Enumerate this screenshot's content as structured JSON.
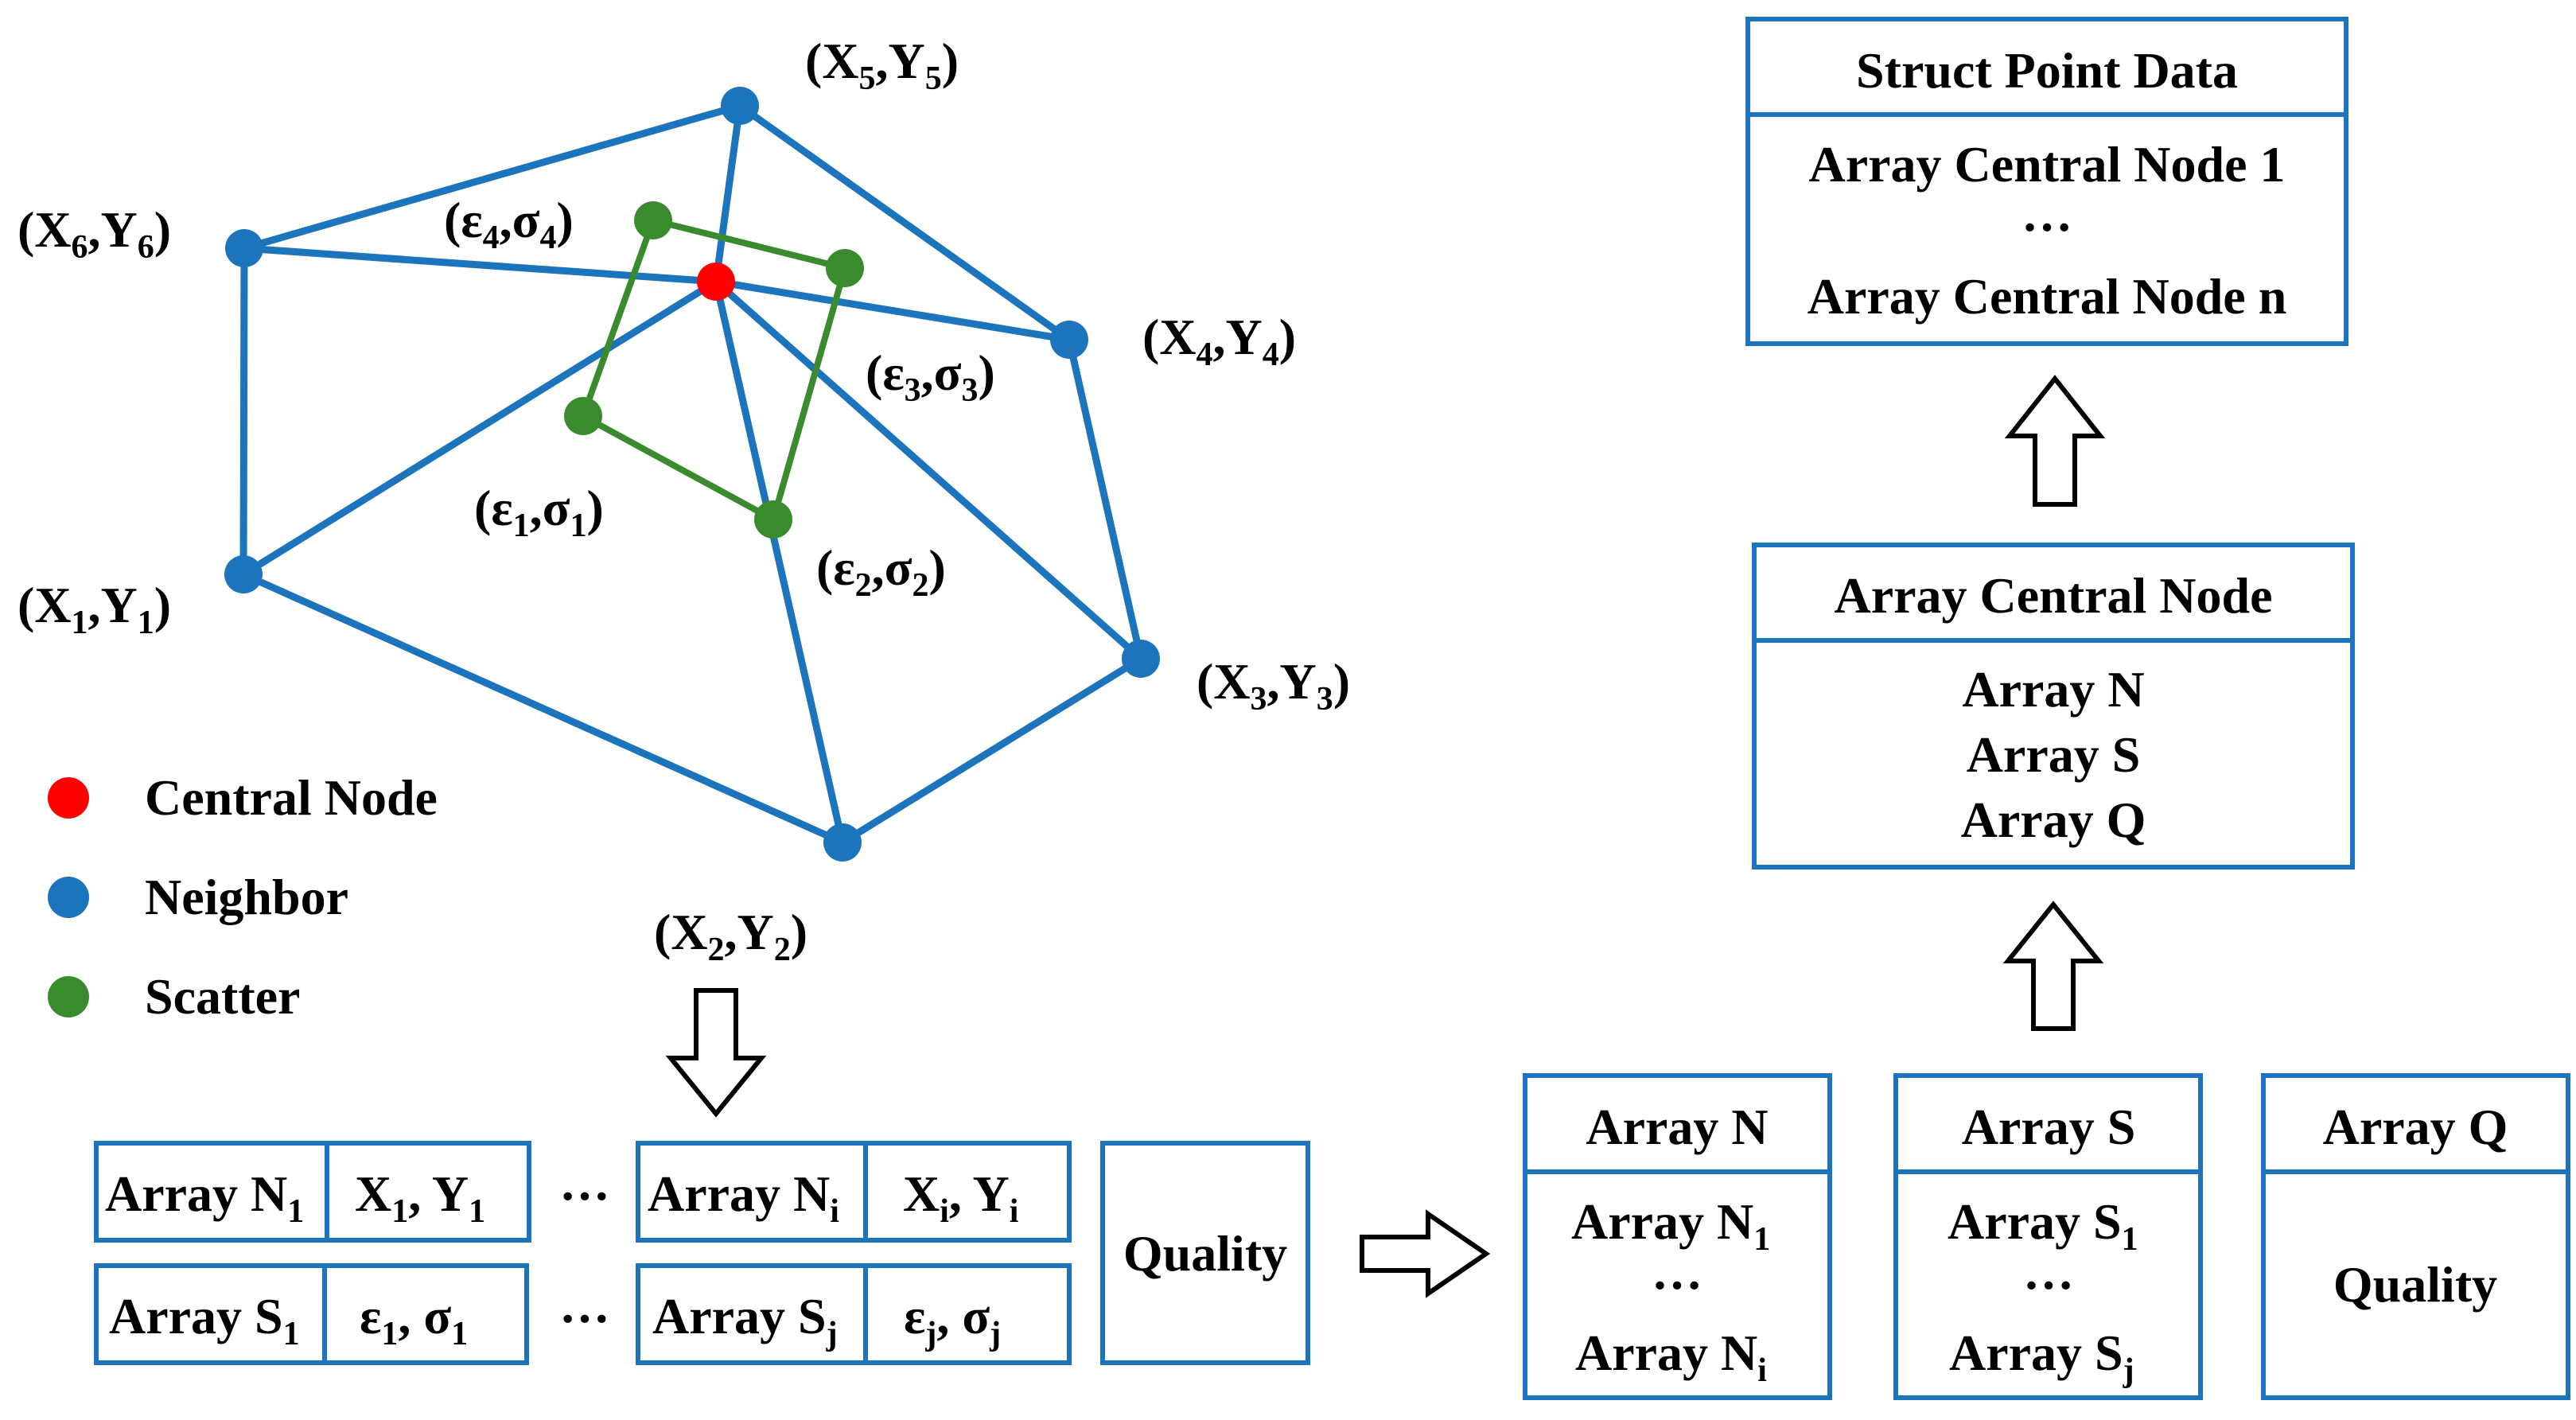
{
  "colors": {
    "central": "#ff0000",
    "neighbor": "#1c74bc",
    "scatter": "#3a8a2e",
    "box_border": "#1c74bc",
    "text": "#000000"
  },
  "legend": {
    "central": "Central Node",
    "neighbor": "Neighbor",
    "scatter": "Scatter"
  },
  "points": {
    "x1": {
      "base": "X",
      "s1": "1",
      "mid": ",Y",
      "s2": "1"
    },
    "x2": {
      "base": "X",
      "s1": "2",
      "mid": ",Y",
      "s2": "2"
    },
    "x3": {
      "base": "X",
      "s1": "3",
      "mid": ",Y",
      "s2": "3"
    },
    "x4": {
      "base": "X",
      "s1": "4",
      "mid": ",Y",
      "s2": "4"
    },
    "x5": {
      "base": "X",
      "s1": "5",
      "mid": ",Y",
      "s2": "5"
    },
    "x6": {
      "base": "X",
      "s1": "6",
      "mid": ",Y",
      "s2": "6"
    },
    "e1": {
      "base": "ε",
      "s1": "1",
      "mid": ",σ",
      "s2": "1"
    },
    "e2": {
      "base": "ε",
      "s1": "2",
      "mid": ",σ",
      "s2": "2"
    },
    "e3": {
      "base": "ε",
      "s1": "3",
      "mid": ",σ",
      "s2": "3"
    },
    "e4": {
      "base": "ε",
      "s1": "4",
      "mid": ",σ",
      "s2": "4"
    }
  },
  "struct": {
    "title": "Struct Point Data",
    "line1": "Array Central Node 1",
    "ellipsis": "…",
    "line2": "Array Central Node n"
  },
  "central_node_box": {
    "title": "Array Central Node",
    "items": [
      "Array N",
      "Array S",
      "Array Q"
    ]
  },
  "bottom_left": {
    "n1": {
      "base": "Array N",
      "sub": "1"
    },
    "n1v": {
      "a": "X",
      "as": "1",
      "b": ", Y",
      "bs": "1"
    },
    "ni": {
      "base": "Array N",
      "sub": "i"
    },
    "niv": {
      "a": "X",
      "as": "i",
      "b": ", Y",
      "bs": "i"
    },
    "s1": {
      "base": "Array S",
      "sub": "1"
    },
    "s1v": {
      "a": "ε",
      "as": "1",
      "b": ", σ",
      "bs": "1"
    },
    "sj": {
      "base": "Array S",
      "sub": "j"
    },
    "sjv": {
      "a": "ε",
      "as": "j",
      "b": ", σ",
      "bs": "j"
    },
    "dots": "···",
    "quality": "Quality"
  },
  "array_n": {
    "title": "Array N",
    "first": {
      "base": "Array N",
      "sub": "1"
    },
    "ellipsis": "…",
    "last": {
      "base": "Array N",
      "sub": "i"
    }
  },
  "array_s": {
    "title": "Array S",
    "first": {
      "base": "Array S",
      "sub": "1"
    },
    "ellipsis": "…",
    "last": {
      "base": "Array S",
      "sub": "j"
    }
  },
  "array_q": {
    "title": "Array Q",
    "value": "Quality"
  }
}
